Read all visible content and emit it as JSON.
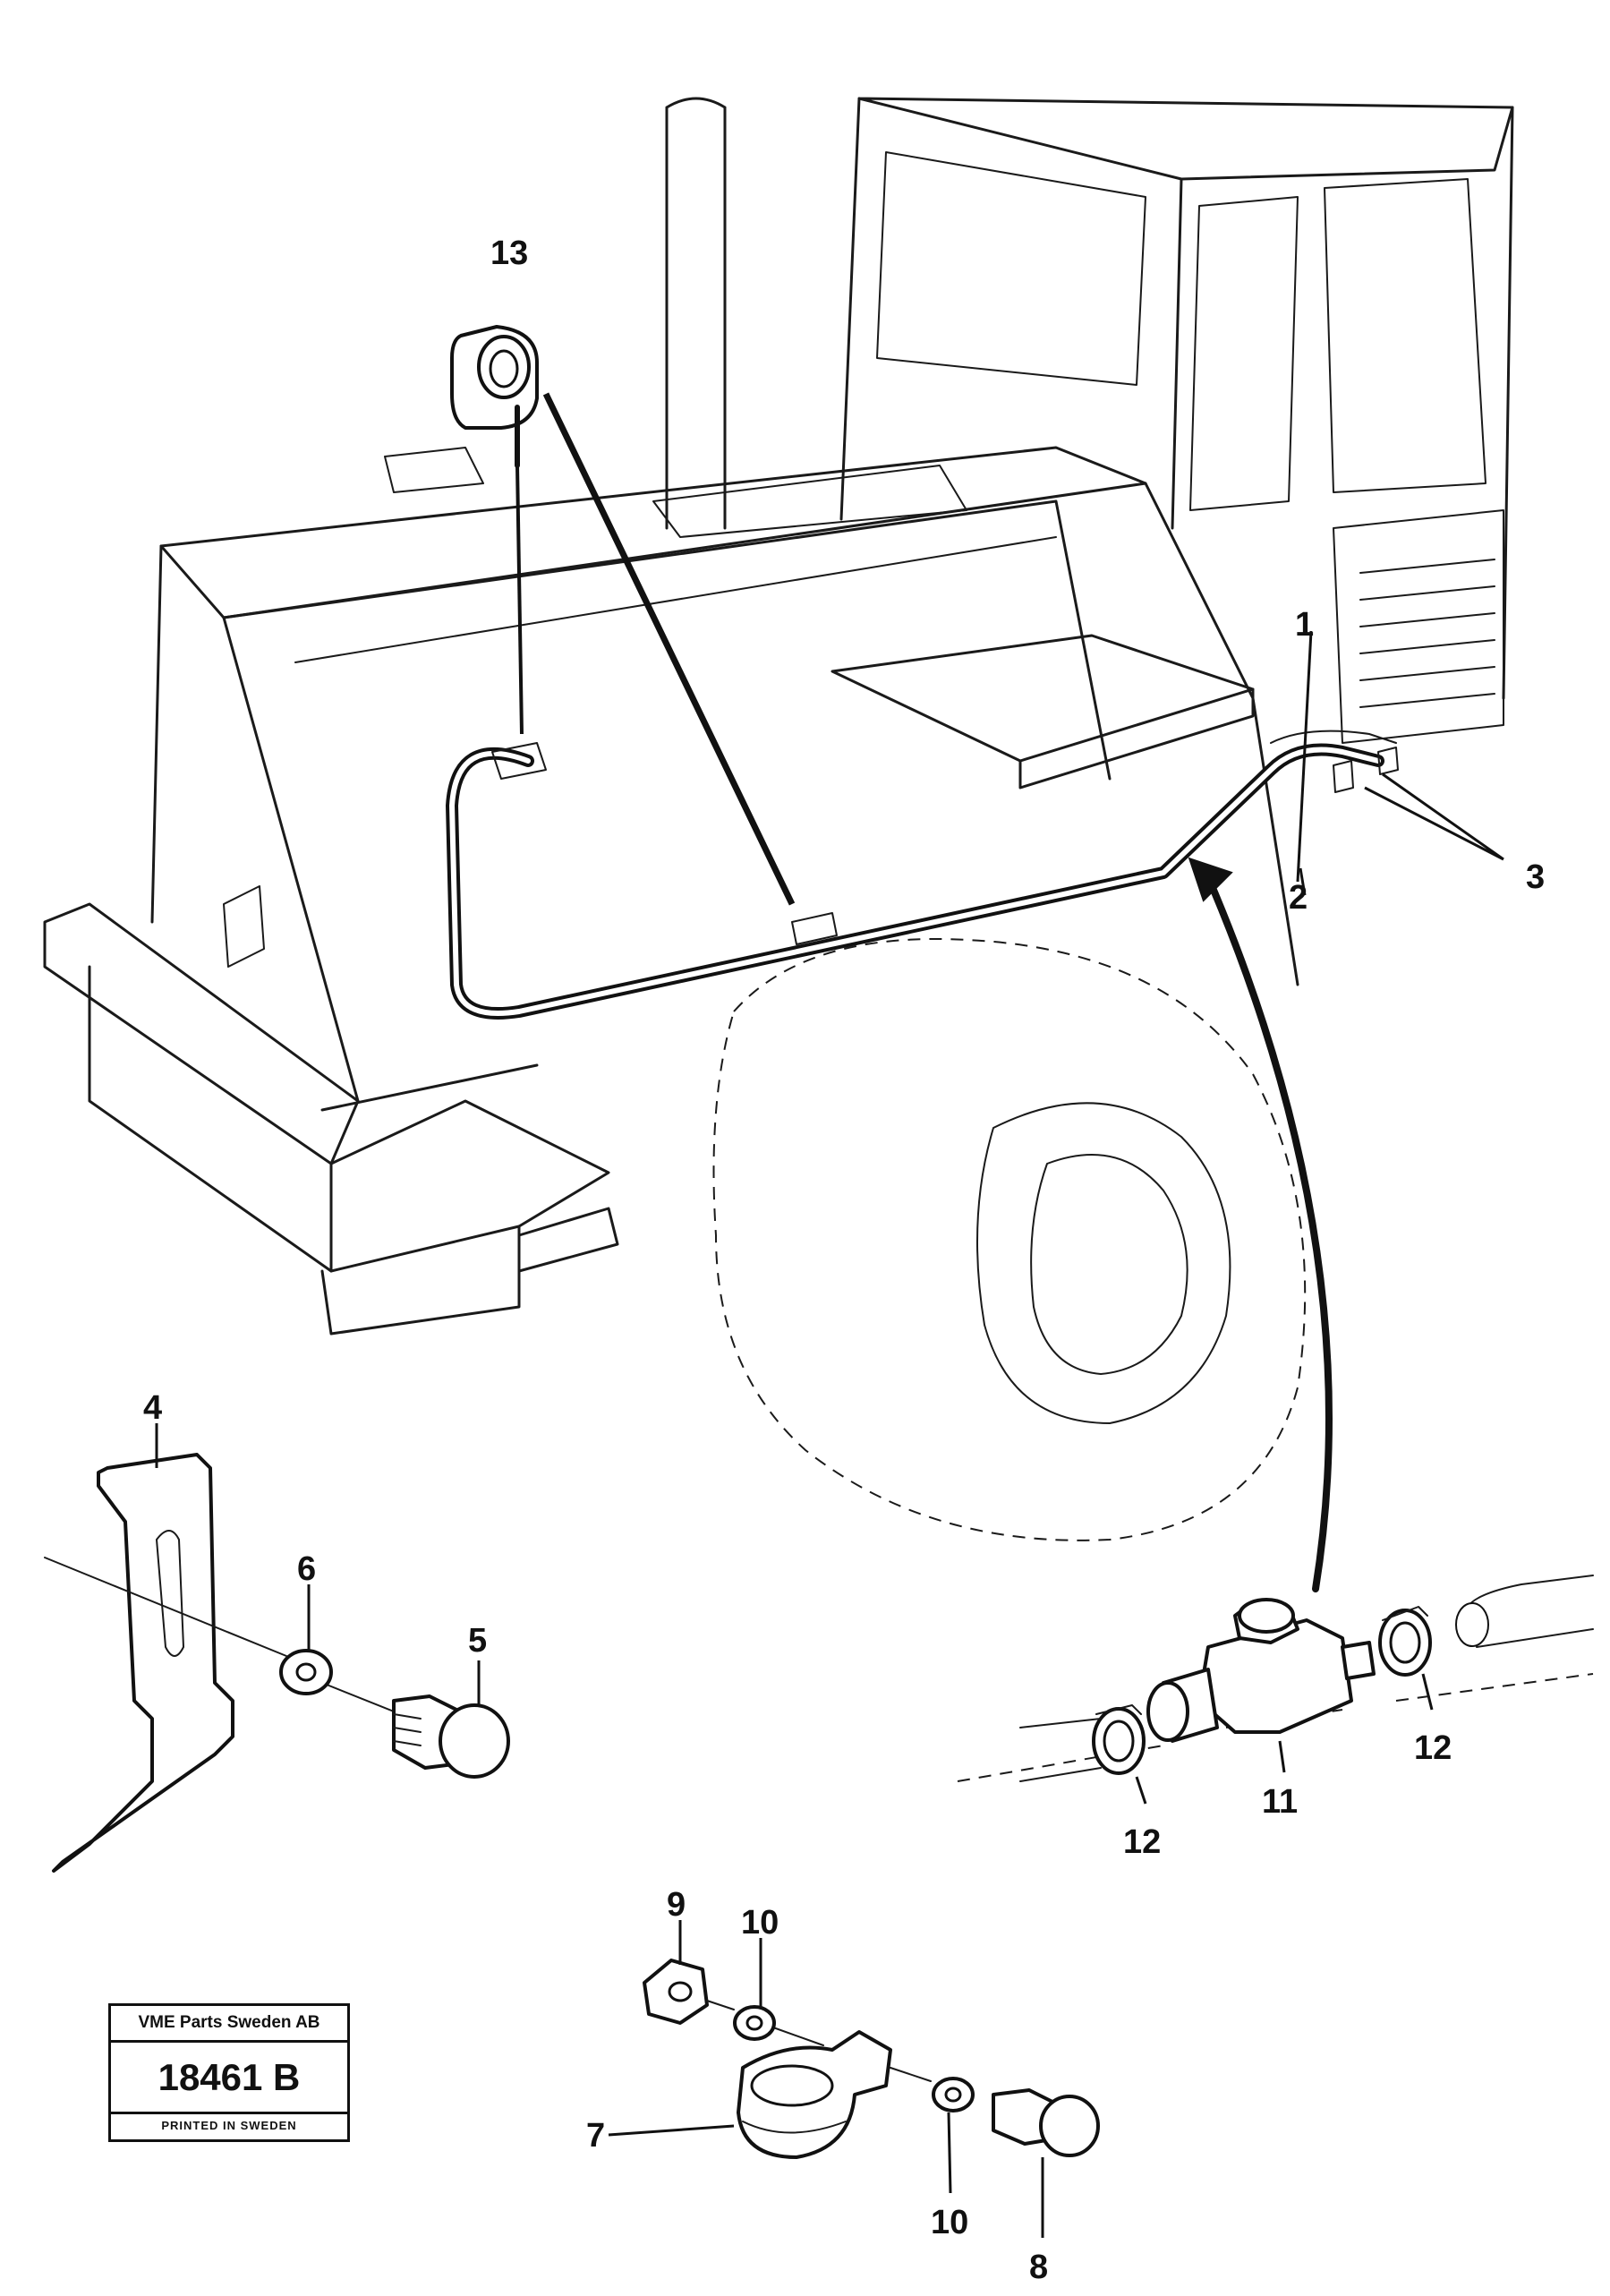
{
  "stamp": {
    "company": "VME Parts Sweden AB",
    "number": "18461 B",
    "printed": "PRINTED IN SWEDEN"
  },
  "callouts": {
    "c1": "1",
    "c2": "2",
    "c3": "3",
    "c4": "4",
    "c5": "5",
    "c6": "6",
    "c7": "7",
    "c8": "8",
    "c9": "9",
    "c10a": "10",
    "c10b": "10",
    "c11": "11",
    "c12a": "12",
    "c12b": "12",
    "c13": "13"
  }
}
